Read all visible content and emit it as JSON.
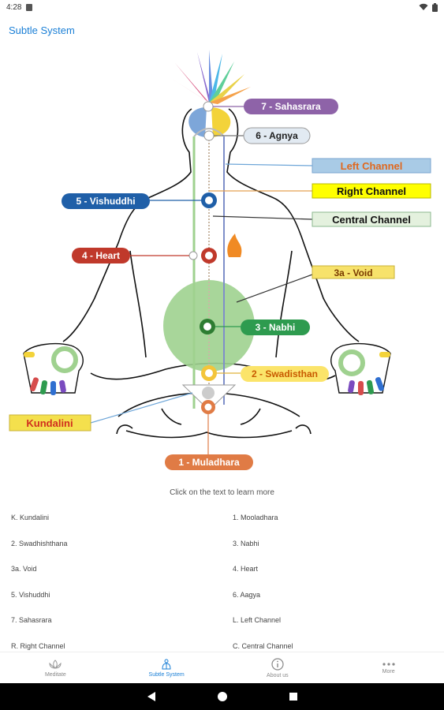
{
  "statusbar": {
    "time": "4:28"
  },
  "appbar": {
    "title": "Subtle System"
  },
  "diagram": {
    "labels": {
      "sahasrara": "7 - Sahasrara",
      "agnya": "6 - Agnya",
      "left_channel": "Left Channel",
      "right_channel": "Right Channel",
      "central_channel": "Central Channel",
      "vishuddhi": "5 - Vishuddhi",
      "heart": "4 - Heart",
      "void": "3a - Void",
      "nabhi": "3 - Nabhi",
      "swadisthan": "2 - Swadisthan",
      "kundalini": "Kundalini",
      "muladhara": "1 - Muladhara"
    },
    "colors": {
      "sahasrara": "#8e63a8",
      "agnya": "#e2eaf2",
      "left_channel": "#a9cbe6",
      "right_channel": "#ffff00",
      "central_channel": "#e4f1de",
      "vishuddhi": "#1f5fa8",
      "heart": "#c0392b",
      "void": "#f7e26b",
      "nabhi": "#2e9b4f",
      "swadisthan": "#fbe46a",
      "kundalini": "#f4e04d",
      "muladhara": "#e07b45",
      "void_circle": "#9fd18f"
    }
  },
  "hint": "Click on the text to learn more",
  "list": [
    [
      "K. Kundalini",
      "1. Mooladhara"
    ],
    [
      "2. Swadhishthana",
      "3. Nabhi"
    ],
    [
      "3a. Void",
      "4. Heart"
    ],
    [
      "5. Vishuddhi",
      "6. Aagya"
    ],
    [
      "7. Sahasrara",
      "L. Left Channel"
    ],
    [
      "R. Right Channel",
      "C. Central Channel"
    ]
  ],
  "bottomnav": [
    {
      "label": "Meditate",
      "icon": "lotus-icon"
    },
    {
      "label": "Subtle System",
      "icon": "subtle-system-icon"
    },
    {
      "label": "About us",
      "icon": "info-icon"
    },
    {
      "label": "More",
      "icon": "more-dots-icon"
    }
  ],
  "accent": "#1a7fd6"
}
